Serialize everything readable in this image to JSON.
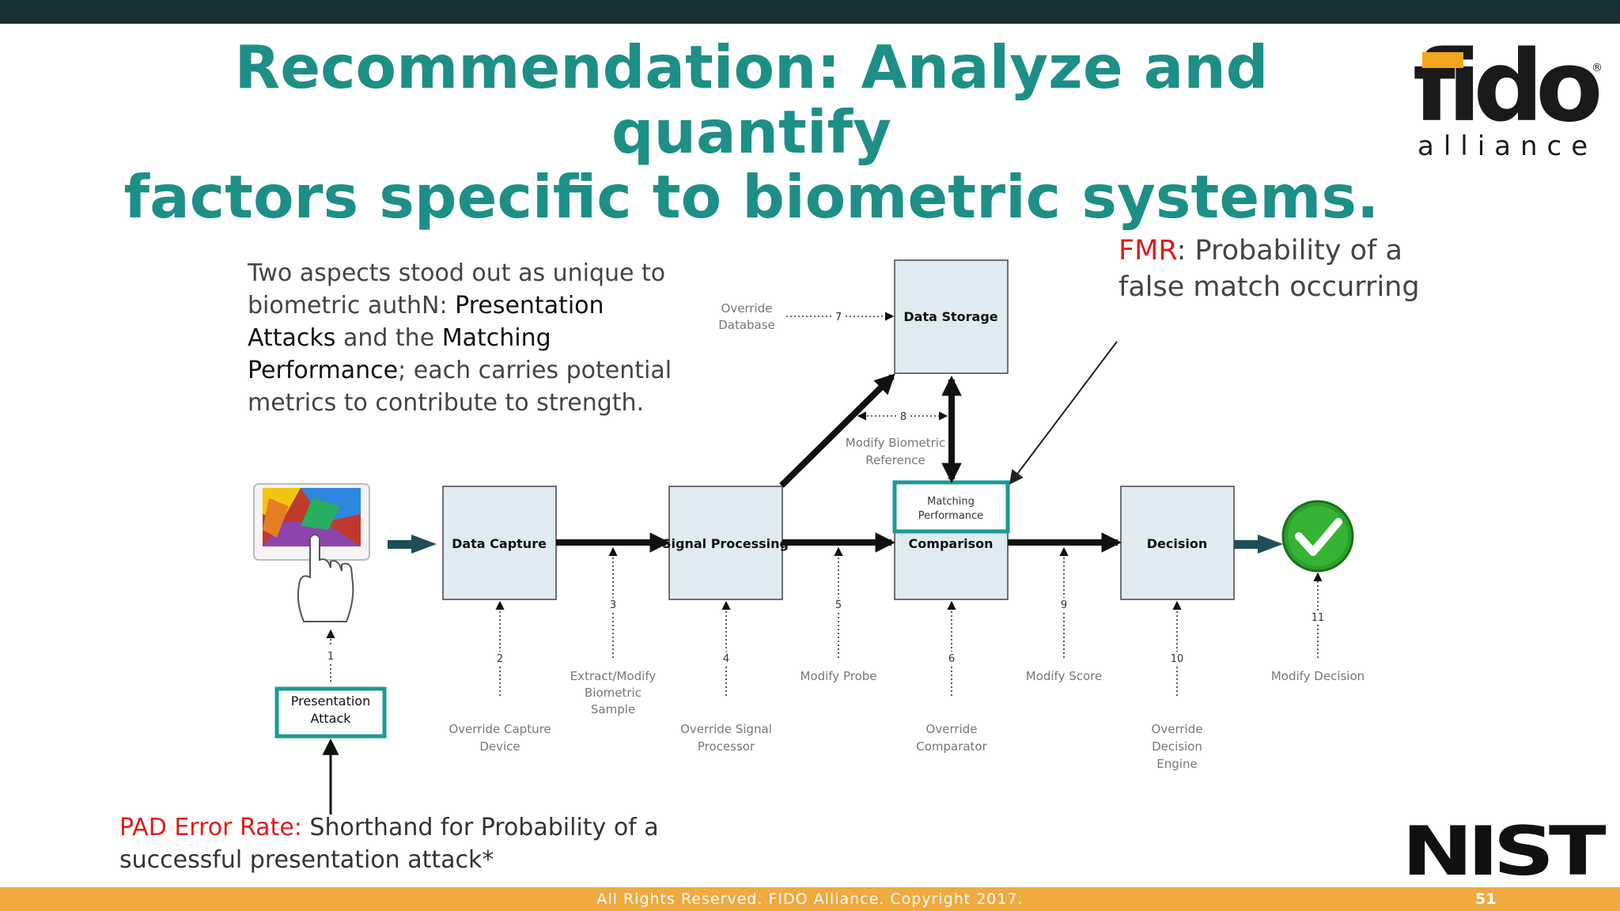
{
  "slide": {
    "title_line1": "Recommendation:  Analyze and quantify",
    "title_line2": "factors specific to biometric systems.",
    "logo": {
      "word1": "fido",
      "word2": "alliance",
      "reg": "®"
    },
    "nist_logo_text": "NIST",
    "colors": {
      "title": "#1e8f86",
      "teal": "#1b9a97",
      "red": "#e01b1b",
      "box_fill": "#dfeaf1",
      "footer": "#f0a93f",
      "topbar": "#17302f"
    },
    "intro": {
      "part1": "Two aspects stood out as unique to biometric authN: ",
      "term1": "Presentation Attacks",
      "part2": " and the ",
      "term2": "Matching Performance",
      "part3": "; each carries potential metrics to contribute to strength."
    },
    "fmr": {
      "term": "FMR",
      "text": ": Probability of a false match occurring"
    },
    "pad": {
      "term": "PAD Error Rate:",
      "text": " Shorthand for Probability of a successful presentation attack*"
    },
    "footer": {
      "text": "All Rights Reserved. FIDO Alliance. Copyright 2017.",
      "page": "51"
    }
  },
  "diagram": {
    "boxes": {
      "data_capture": "Data Capture",
      "signal_processing": "Signal Processing",
      "comparison": "Comparison",
      "decision": "Decision",
      "data_storage": "Data Storage",
      "matching_performance_line1": "Matching",
      "matching_performance_line2": "Performance",
      "presentation_attack_line1": "Presentation",
      "presentation_attack_line2": "Attack"
    },
    "attacks": [
      {
        "num": "1"
      },
      {
        "num": "2",
        "lines": [
          "Override Capture",
          "Device"
        ]
      },
      {
        "num": "3",
        "lines": [
          "Extract/Modify",
          "Biometric",
          "Sample"
        ]
      },
      {
        "num": "4",
        "lines": [
          "Override Signal",
          "Processor"
        ]
      },
      {
        "num": "5",
        "lines": [
          "Modify Probe"
        ]
      },
      {
        "num": "6",
        "lines": [
          "Override",
          "Comparator"
        ]
      },
      {
        "num": "7",
        "lines": [
          "Override",
          "Database"
        ]
      },
      {
        "num": "8",
        "lines": [
          "Modify Biometric",
          "Reference"
        ]
      },
      {
        "num": "9",
        "lines": [
          "Modify Score"
        ]
      },
      {
        "num": "10",
        "lines": [
          "Override",
          "Decision",
          "Engine"
        ]
      },
      {
        "num": "11",
        "lines": [
          "Modify Decision"
        ]
      }
    ],
    "icons": {
      "tablet": "tablet-touch-icon",
      "success": "green-checkmark-icon"
    }
  }
}
